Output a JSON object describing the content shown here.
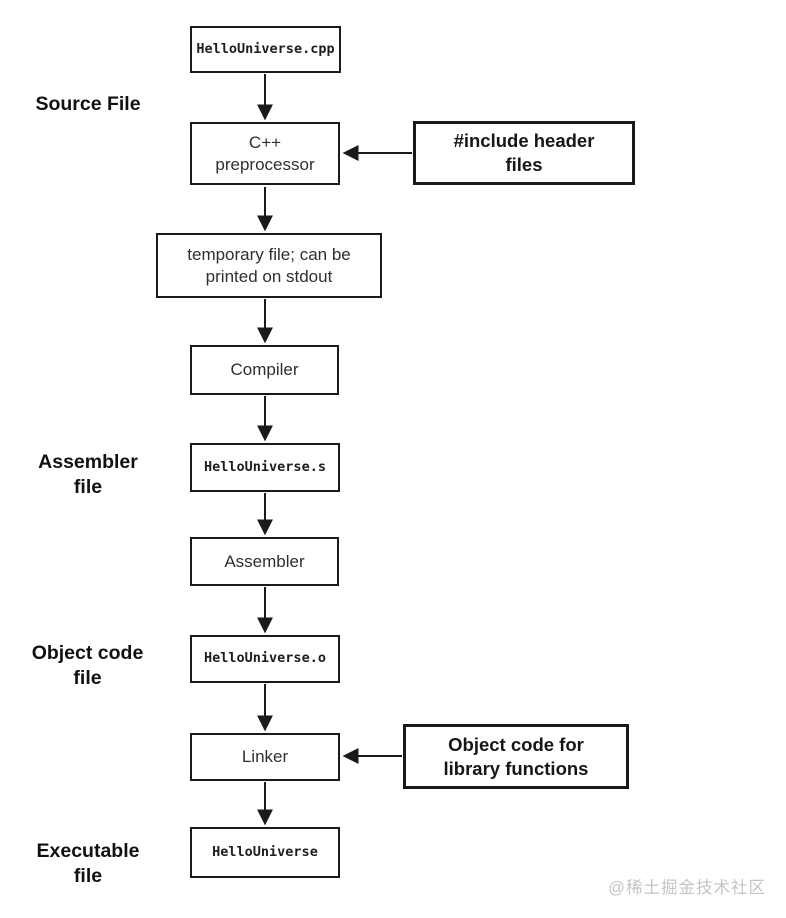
{
  "diagram_title": "C++ compilation pipeline flowchart",
  "colors": {
    "ink": "#1a1a1a",
    "box_text": "#2f2f2f",
    "annotation_text": "#161616",
    "watermark": "#c4c4c4",
    "background": "#ffffff"
  },
  "flow": {
    "cpp_file": "HelloUniverse.cpp",
    "preprocessor_line1": "C++",
    "preprocessor_line2": "preprocessor",
    "temp_line1": "temporary file; can be",
    "temp_line2": "printed on stdout",
    "compiler": "Compiler",
    "asm_file": "HelloUniverse.s",
    "assembler": "Assembler",
    "obj_file": "HelloUniverse.o",
    "linker": "Linker",
    "exe_file": "HelloUniverse"
  },
  "annotations": {
    "include_line1": "#include header",
    "include_line2": "files",
    "objlib_line1": "Object code for",
    "objlib_line2": "library functions"
  },
  "side_labels": {
    "source": "Source File",
    "assembler_line1": "Assembler",
    "assembler_line2": "file",
    "object_line1": "Object code",
    "object_line2": "file",
    "executable_line1": "Executable",
    "executable_line2": "file"
  },
  "icons": {
    "arrowhead": "filled-triangle"
  },
  "watermark": "@稀土掘金技术社区"
}
